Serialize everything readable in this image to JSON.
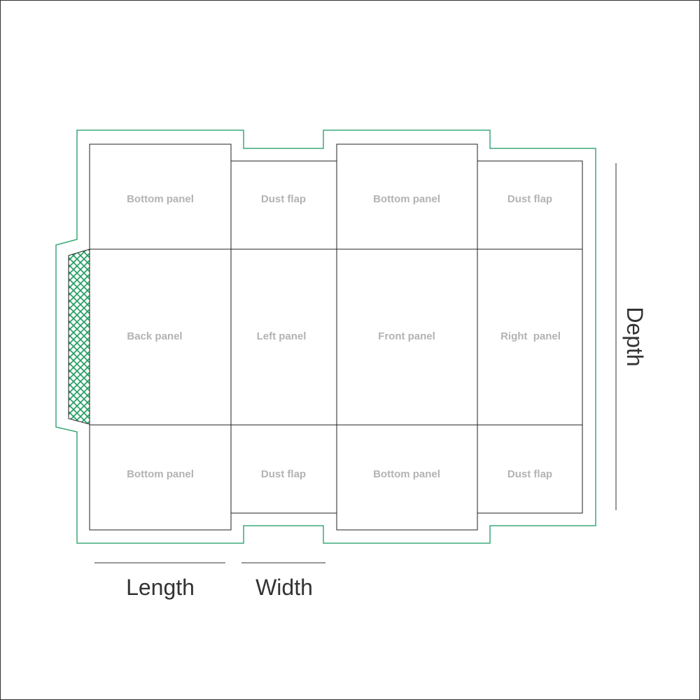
{
  "diagram": {
    "colors": {
      "outline": "#3aaa7a",
      "glue_flap": "#1a9a5c",
      "panel_stroke": "#222222",
      "panel_label": "#b3b3b3",
      "dimension_text": "#333333"
    },
    "panels": {
      "top_row": [
        "Bottom panel",
        "Dust flap",
        "Bottom panel",
        "Dust flap"
      ],
      "middle_row": [
        "Back panel",
        "Left panel",
        "Front panel",
        "Right  panel"
      ],
      "bottom_row": [
        "Bottom panel",
        "Dust flap",
        "Bottom panel",
        "Dust flap"
      ]
    },
    "dimensions": {
      "length": "Length",
      "width": "Width",
      "depth": "Depth"
    }
  }
}
